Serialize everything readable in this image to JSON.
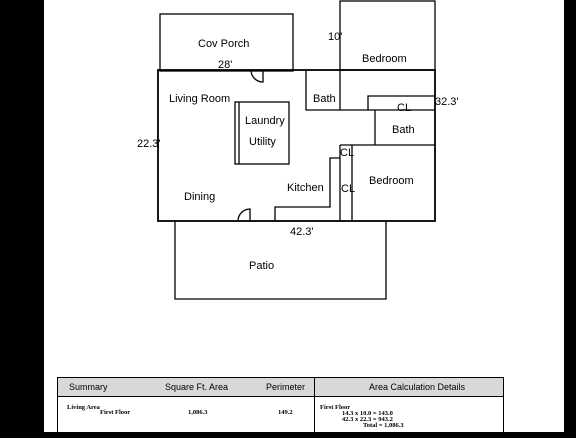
{
  "plan": {
    "rooms": {
      "porch": "Cov Porch",
      "bedroom_top": "Bedroom",
      "living": "Living Room",
      "bath_left": "Bath",
      "closet_top": "CL",
      "laundry": "Laundry",
      "utility": "Utility",
      "bath_right": "Bath",
      "closet_mid": "CL",
      "kitchen": "Kitchen",
      "closet_low": "CL",
      "bedroom_low": "Bedroom",
      "dining": "Dining",
      "patio": "Patio"
    },
    "dimensions": {
      "porch_width": "28'",
      "bedroom_depth": "10'",
      "right_side": "32.3'",
      "left_side": "22.3'",
      "bottom_width": "42.3'"
    }
  },
  "summary": {
    "headers": [
      "Summary",
      "Square Ft. Area",
      "Perimeter",
      "Area Calculation Details"
    ],
    "row": {
      "category": "Living Area",
      "floor": "First Floor",
      "area": "1,086.3",
      "perimeter": "149.2"
    },
    "details": {
      "floor": "First Floor",
      "lines": [
        "14.3  x  10.0  =  143.0",
        "42.3  x  22.3  =  943.2"
      ],
      "total": "Total = 1,086.3"
    }
  }
}
